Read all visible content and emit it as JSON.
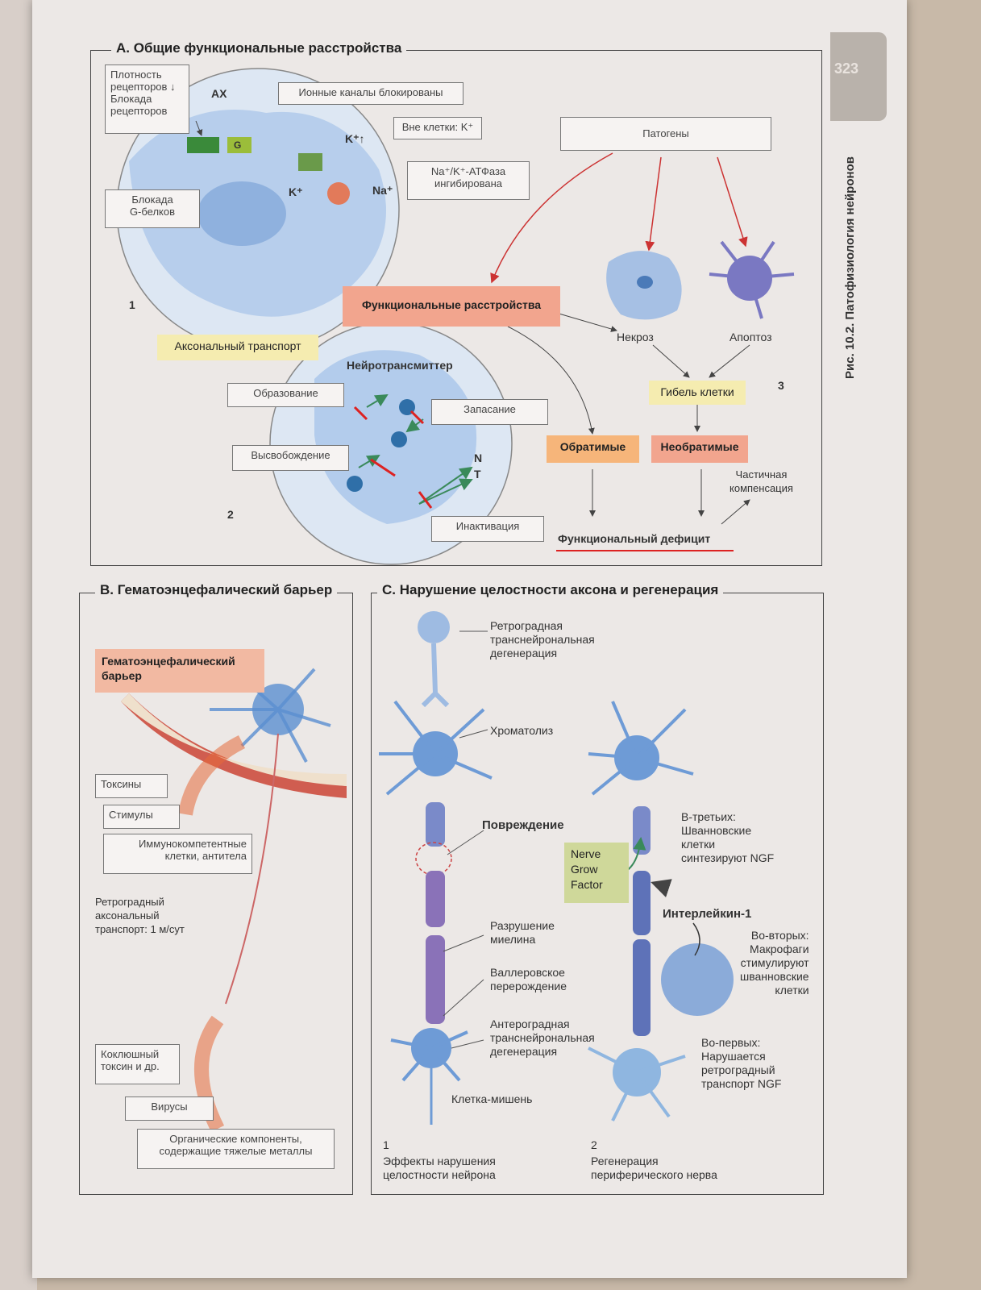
{
  "page": {
    "number": "323",
    "figure_caption": "Рис. 10.2. Патофизиология нейронов"
  },
  "panelA": {
    "title": "A. Общие функциональные расстройства",
    "boxes": {
      "receptor_density": "Плотность\nрецепторов ↓\nБлокада\nрецепторов",
      "ax": "AX",
      "ion_channels": "Ионные каналы блокированы",
      "outside_k": "Вне клетки: K⁺",
      "na_k_atpase": "Na⁺/K⁺-АТФаза\nингибирована",
      "g_block": "Блокада\nG-белков",
      "pathogens": "Патогены"
    },
    "cell_labels": {
      "g": "G",
      "k_up": "K⁺↑",
      "k": "K⁺",
      "na": "Na⁺"
    },
    "num1": "1",
    "num2": "2",
    "num3": "3",
    "axonal_transport": "Аксональный транспорт",
    "functional_disorders": "Функциональные расстройства",
    "neurotransmitter": "Нейротрансмиттер",
    "formation": "Образование",
    "storage": "Запасание",
    "release": "Высвобождение",
    "inactivation": "Инактивация",
    "n": "N",
    "t": "T",
    "necrosis": "Некроз",
    "apoptosis": "Апоптоз",
    "cell_death": "Гибель клетки",
    "reversible": "Обратимые",
    "irreversible": "Необратимые",
    "partial_comp": "Частичная\nкомпенсация",
    "deficit": "Функциональный дефицит"
  },
  "panelB": {
    "title": "B. Гематоэнцефалический барьер",
    "bbb_label": "Гематоэнцефалический\nбарьер",
    "toxins": "Токсины",
    "stimuli": "Стимулы",
    "immune": "Иммунокомпетентные\nклетки, антитела",
    "retro": "Ретроградный\nаксональный\nтранспорт: 1 м/сут",
    "pertussis": "Коклюшный\nтоксин и др.",
    "viruses": "Вирусы",
    "organic": "Органические компоненты,\nсодержащие тяжелые металлы"
  },
  "panelC": {
    "title": "C. Нарушение целостности аксона и регенерация",
    "retro_deg": "Ретроградная\nтранснейрональная\nдегенерация",
    "chromatolysis": "Хроматолиз",
    "damage": "Повреждение",
    "myelin": "Разрушение\nмиелина",
    "wallerian": "Валлеровское\nперерождение",
    "antero_deg": "Антероградная\nтранснейрональная\nдегенерация",
    "target": "Клетка-мишень",
    "third": "В-третьих:\nШванновские\nклетки\nсинтезируют NGF",
    "ngf_box": "Nerve\nGrow\nFactor",
    "interleukin": "Интерлейкин-1",
    "second": "Во-вторых:\nМакрофаги\nстимулируют\nшванновские\nклетки",
    "first": "Во-первых:\nНарушается\nретроградный\nтранспорт NGF",
    "cap1_num": "1",
    "cap1": "Эффекты нарушения\nцелостности нейрона",
    "cap2_num": "2",
    "cap2": "Регенерация\nпериферического нерва"
  }
}
